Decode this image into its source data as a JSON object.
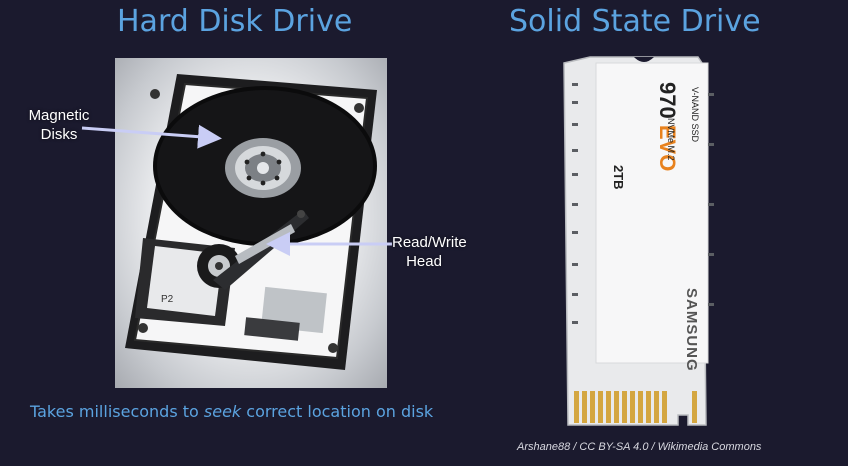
{
  "slide": {
    "hdd_title": "Hard Disk Drive",
    "ssd_title": "Solid State Drive",
    "callouts": {
      "disks_line1": "Magnetic",
      "disks_line2": "Disks",
      "head_line1": "Read/Write",
      "head_line2": "Head"
    },
    "caption": {
      "before": "Takes milliseconds to ",
      "emphasis": "seek",
      "after": " correct location on disk"
    },
    "ssd_labels": {
      "type": "V-NAND SSD",
      "series_number": "970",
      "series_name": "EVO",
      "interface": "NVMe M.2",
      "capacity": "2TB",
      "brand": "SAMSUNG"
    },
    "credit": "Arshane88 / CC BY-SA 4.0 / Wikimedia Commons"
  },
  "colors": {
    "background": "#1b1a2e",
    "title": "#5ba3e0",
    "callout_text": "#ffffff",
    "arrow": "#c9cdf5",
    "ssd_accent": "#e8821e"
  },
  "icons": {
    "hdd_photo": "hard-disk-drive-photo",
    "ssd_photo": "m2-ssd-photo",
    "arrows": "pointer-arrow-icon"
  }
}
